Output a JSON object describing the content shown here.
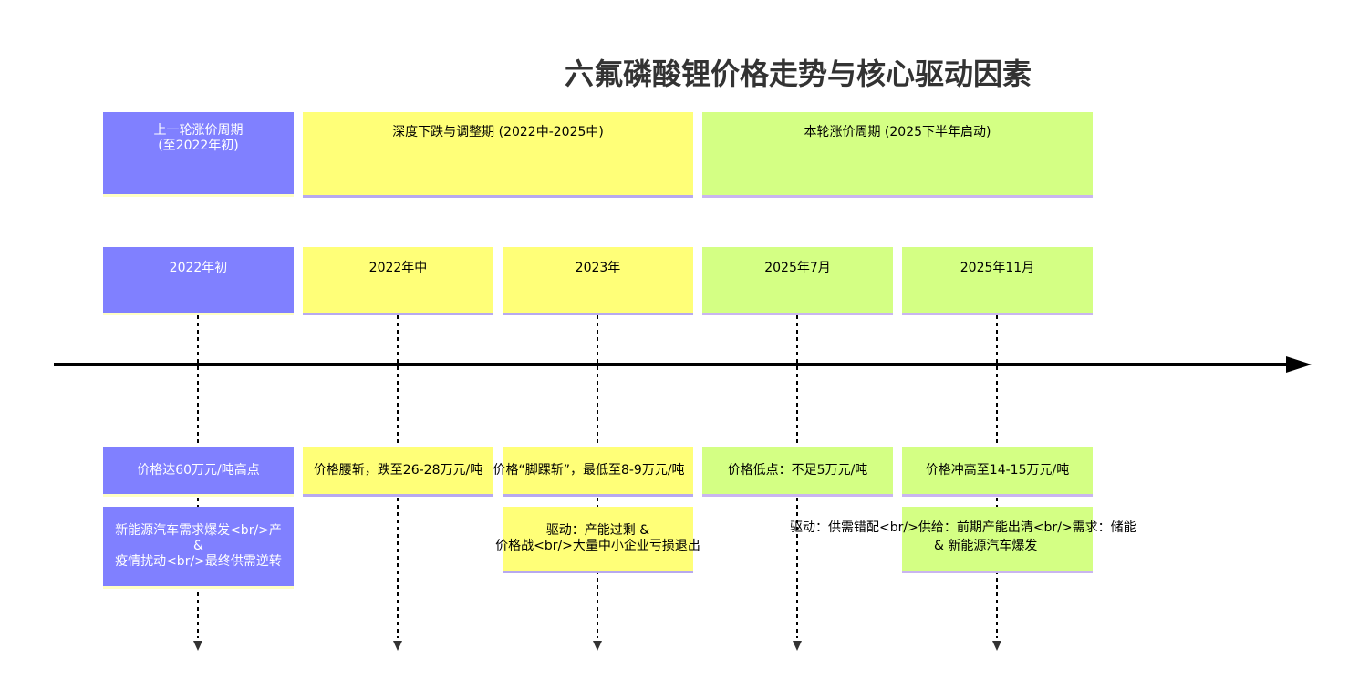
{
  "title": "六氟磷酸锂价格走势与核心驱动因素",
  "sections": [
    {
      "label_line1": "上一轮涨价周期",
      "label_line2": "(至2022年初)"
    },
    {
      "label": "深度下跌与调整期 (2022中-2025中)"
    },
    {
      "label": "本轮涨价周期 (2025下半年启动)"
    }
  ],
  "periods": [
    "2022年初",
    "2022年中",
    "2023年",
    "2025年7月",
    "2025年11月"
  ],
  "events": [
    "价格达60万元/吨高点",
    "价格腰斩，跌至26-28万元/吨",
    "价格“脚踝斩”，最低至8-9万元/吨",
    "价格低点：不足5万元/吨",
    "价格冲高至14-15万元/吨"
  ],
  "drivers": {
    "d1": {
      "line1": "新能源汽车需求爆发<br/>产",
      "line2": "&",
      "line3": "疫情扰动<br/>最终供需逆转"
    },
    "d3": {
      "line1": "驱动：产能过剩 &",
      "line2": "价格战<br/>大量中小企业亏损退出"
    },
    "d4": "驱动：供需错配<br/>供给：前期产能出清<br/>需求：储能",
    "d5": "& 新能源汽车爆发"
  },
  "colors": {
    "purple": "#8080ff",
    "yellow": "#ffff78",
    "green": "#d4ff84",
    "axis": "#000000"
  }
}
